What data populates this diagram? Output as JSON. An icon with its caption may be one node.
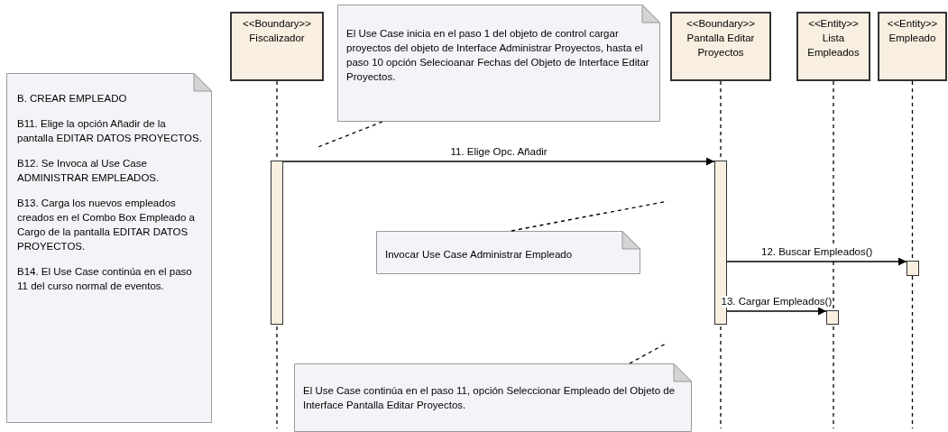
{
  "diagram": {
    "nodes": [
      {
        "text": [
          "B. CREAR EMPLEADO",
          "B11. Elige la opción Añadir de la pantalla EDITAR DATOS PROYECTOS.",
          "B12. Se Invoca al Use Case ADMINISTRAR EMPLEADOS.",
          "B13. Carga los nuevos empleados creados en el Combo Box Empleado a Cargo de la pantalla EDITAR DATOS PROYECTOS.",
          "B14. El Use Case continúa en el paso 11 del curso normal de eventos."
        ]
      },
      {
        "text": [
          "<<Boundary>>",
          "Fiscalizador"
        ]
      },
      {
        "text": [
          "El Use Case inicia en el paso 1 del objeto de control cargar proyectos del objeto de Interface Administrar Proyectos, hasta el paso 10 opción Selecioanar Fechas del Objeto de Interface Editar Proyectos."
        ]
      },
      {
        "text": [
          "<<Boundary>>",
          "Pantalla Editar Proyectos"
        ]
      },
      {
        "text": [
          "<<Entity>>",
          "Lista Empleados"
        ]
      },
      {
        "text": [
          "<<Entity>>",
          "Empleado"
        ]
      },
      {
        "text": [
          "Invocar Use Case Administrar Empleado"
        ]
      },
      {
        "text": [
          "El Use Case continúa en el paso 11, opción Seleccionar Empleado del Objeto de Interface Pantalla Editar Proyectos."
        ]
      },
      {
        "text": [],
        "shape": "bar"
      },
      {
        "text": [],
        "shape": "bar"
      },
      {
        "text": [],
        "shape": "bar"
      },
      {
        "text": [],
        "shape": "bar"
      }
    ],
    "edges": [
      {
        "from": 8,
        "to": 9,
        "arrow": "to",
        "label": "11. Elige Opc. Añadir"
      },
      {
        "from": 9,
        "to": 11,
        "arrow": "to",
        "label": "12. Buscar Empleados()"
      },
      {
        "from": 9,
        "to": 10,
        "arrow": "to",
        "label": "13. Cargar Empleados()"
      },
      {
        "from": 2,
        "to": null,
        "arrow": "none",
        "style": "dashed"
      },
      {
        "from": 6,
        "to": null,
        "arrow": "none",
        "style": "dashed"
      },
      {
        "from": 7,
        "to": null,
        "arrow": "none",
        "style": "dashed"
      }
    ]
  }
}
